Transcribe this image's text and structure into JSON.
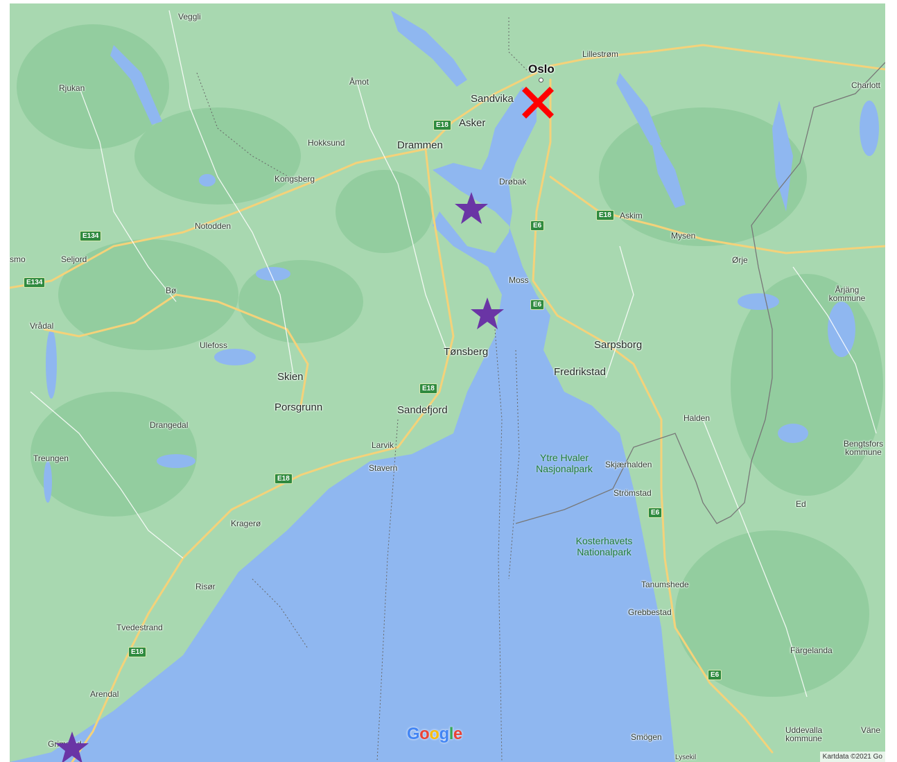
{
  "map": {
    "provider_logo": [
      "G",
      "o",
      "o",
      "g",
      "l",
      "e"
    ],
    "logo_colors": [
      "#4285F4",
      "#EA4335",
      "#FBBC05",
      "#4285F4",
      "#34A853",
      "#EA4335"
    ],
    "attribution": "Kartdata ©2021 Go",
    "colors": {
      "land": "#a8d8b0",
      "water": "#8fb7f0",
      "road": "#f4d27a",
      "forest": "#93cd9f",
      "marker_star": "#6a35a5",
      "marker_cross": "#ff0000"
    },
    "capital": "Oslo",
    "places": [
      {
        "id": "veggli",
        "name": "Veggli"
      },
      {
        "id": "rjukan",
        "name": "Rjukan"
      },
      {
        "id": "amot",
        "name": "Åmot"
      },
      {
        "id": "lillestrom",
        "name": "Lillestrøm"
      },
      {
        "id": "sandvika",
        "name": "Sandvika"
      },
      {
        "id": "charlott",
        "name": "Charlott"
      },
      {
        "id": "asker",
        "name": "Asker"
      },
      {
        "id": "hokksund",
        "name": "Hokksund"
      },
      {
        "id": "drammen",
        "name": "Drammen"
      },
      {
        "id": "kongsberg",
        "name": "Kongsberg"
      },
      {
        "id": "drobak",
        "name": "Drøbak"
      },
      {
        "id": "notodden",
        "name": "Notodden"
      },
      {
        "id": "askim",
        "name": "Askim"
      },
      {
        "id": "mysen",
        "name": "Mysen"
      },
      {
        "id": "smo",
        "name": "smo"
      },
      {
        "id": "seljord",
        "name": "Seljord"
      },
      {
        "id": "orje",
        "name": "Ørje"
      },
      {
        "id": "moss",
        "name": "Moss"
      },
      {
        "id": "bo",
        "name": "Bø"
      },
      {
        "id": "arjang",
        "name": "Årjäng kommune"
      },
      {
        "id": "vradal",
        "name": "Vrådal"
      },
      {
        "id": "sarpsborg",
        "name": "Sarpsborg"
      },
      {
        "id": "ulefoss",
        "name": "Ulefoss"
      },
      {
        "id": "tonsberg",
        "name": "Tønsberg"
      },
      {
        "id": "skien",
        "name": "Skien"
      },
      {
        "id": "fredrikstad",
        "name": "Fredrikstad"
      },
      {
        "id": "porsgrunn",
        "name": "Porsgrunn"
      },
      {
        "id": "sandefjord",
        "name": "Sandefjord"
      },
      {
        "id": "drangedal",
        "name": "Drangedal"
      },
      {
        "id": "halden",
        "name": "Halden"
      },
      {
        "id": "larvik",
        "name": "Larvik"
      },
      {
        "id": "bengtsfors",
        "name": "Bengtsfors kommune"
      },
      {
        "id": "treungen",
        "name": "Treungen"
      },
      {
        "id": "skjaerhalden",
        "name": "Skjærhalden"
      },
      {
        "id": "stavern",
        "name": "Stavern"
      },
      {
        "id": "stromstad",
        "name": "Strömstad"
      },
      {
        "id": "ed",
        "name": "Ed"
      },
      {
        "id": "kragero",
        "name": "Kragerø"
      },
      {
        "id": "risor",
        "name": "Risør"
      },
      {
        "id": "tanumshede",
        "name": "Tanumshede"
      },
      {
        "id": "grebbestad",
        "name": "Grebbestad"
      },
      {
        "id": "tvedestrand",
        "name": "Tvedestrand"
      },
      {
        "id": "fargelanda",
        "name": "Färgelanda"
      },
      {
        "id": "arendal",
        "name": "Arendal"
      },
      {
        "id": "smogen",
        "name": "Smögen"
      },
      {
        "id": "uddevalla",
        "name": "Uddevalla kommune"
      },
      {
        "id": "vane",
        "name": "Väne"
      },
      {
        "id": "lysekil",
        "name": "Lysekil"
      },
      {
        "id": "grimstad",
        "name": "Grimstad"
      }
    ],
    "parks": [
      {
        "id": "ytre-hvaler",
        "name": "Ytre Hvaler Nasjonalpark"
      },
      {
        "id": "kosterhavets",
        "name": "Kosterhavets Nationalpark"
      }
    ],
    "road_shields": [
      {
        "id": "e18-asker",
        "label": "E18"
      },
      {
        "id": "e134-a",
        "label": "E134"
      },
      {
        "id": "e134-b",
        "label": "E134"
      },
      {
        "id": "e18-askim",
        "label": "E18"
      },
      {
        "id": "e6-a",
        "label": "E6"
      },
      {
        "id": "e6-b",
        "label": "E6"
      },
      {
        "id": "e18-tonsberg",
        "label": "E18"
      },
      {
        "id": "e18-porsgrunn",
        "label": "E18"
      },
      {
        "id": "e6-c",
        "label": "E6"
      },
      {
        "id": "e18-tvedestrand",
        "label": "E18"
      },
      {
        "id": "e6-d",
        "label": "E6"
      }
    ],
    "markers": [
      {
        "id": "cross-oslo",
        "type": "cross",
        "icon": "x-mark-icon"
      },
      {
        "id": "star-1",
        "type": "star",
        "icon": "star-icon"
      },
      {
        "id": "star-2",
        "type": "star",
        "icon": "star-icon"
      },
      {
        "id": "star-3",
        "type": "star",
        "icon": "star-icon"
      }
    ]
  }
}
